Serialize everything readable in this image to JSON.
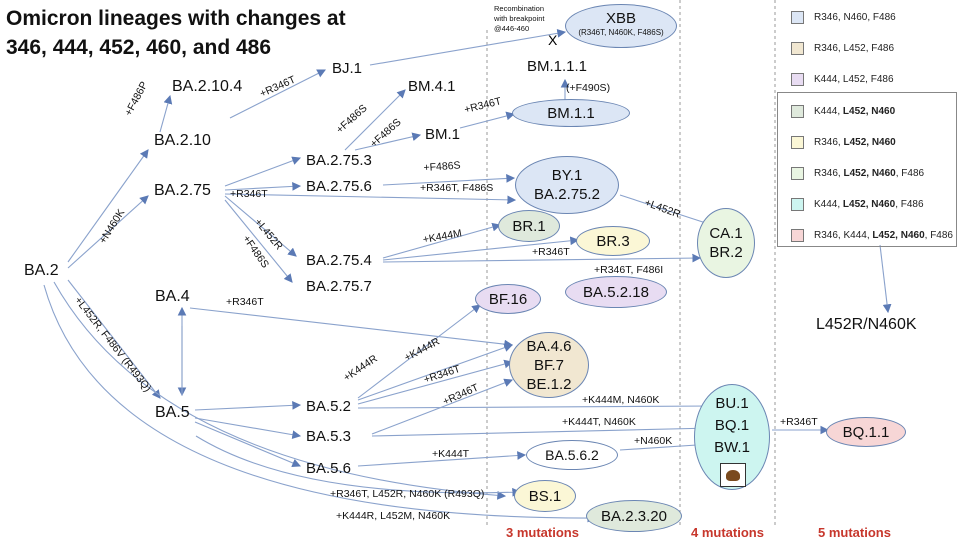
{
  "title": {
    "line1": "Omicron lineages with changes at",
    "line2": "346, 444, 452, 460, and 486"
  },
  "nodes": {
    "ba2": "BA.2",
    "ba2104": "BA.2.10.4",
    "ba210": "BA.2.10",
    "ba275": "BA.2.75",
    "ba4": "BA.4",
    "ba5": "BA.5",
    "bj1": "BJ.1",
    "bm41": "BM.4.1",
    "bm1": "BM.1",
    "bm111": "BM.1.1.1",
    "bm11": "BM.1.1",
    "xbb": "XBB",
    "xbb_sub": "(R346T, N460K, F486S)",
    "ba2753": "BA.2.75.3",
    "ba2756": "BA.2.75.6",
    "ba2754": "BA.2.75.4",
    "ba2757": "BA.2.75.7",
    "by1": "BY.1",
    "ba2752": "BA.2.75.2",
    "br1": "BR.1",
    "br3": "BR.3",
    "ca1": "CA.1",
    "br2": "BR.2",
    "bf16": "BF.16",
    "ba5218": "BA.5.2.18",
    "ba46": "BA.4.6",
    "bf7": "BF.7",
    "be12": "BE.1.2",
    "ba52": "BA.5.2",
    "ba53": "BA.5.3",
    "ba56": "BA.5.6",
    "ba562": "BA.5.6.2",
    "bu1": "BU.1",
    "bq1": "BQ.1",
    "bw1": "BW.1",
    "bq11": "BQ.1.1",
    "bs1": "BS.1",
    "ba2320": "BA.2.3.20",
    "l452r_n460k": "L452R/N460K"
  },
  "notes": {
    "recomb1": "Recombination",
    "recomb2": "with breakpoint",
    "recomb3": "@446-460"
  },
  "edges": {
    "f486p": "+F486P",
    "r346t_bj1": "+R346T",
    "n460k": "+N460K",
    "f486s_bm41": "+F486S",
    "f486s_bm1": "+F486S",
    "r346t_bm11": "+R346T",
    "f490s": "(+F490S)",
    "f486s_by1": "+F486S",
    "r346t_ba2756": "+R346T",
    "r346t_f486s": "+R346T, F486S",
    "l452r": "+L452R",
    "l452r_ba2754": "+L452R",
    "f486s_ba2757": "+F486S",
    "k444m": "+K444M",
    "r346t_br3": "+R346T",
    "r346t_f486i": "+R346T, F486I",
    "l452r_f486v": "+L452R, F486V (R493Q)",
    "r346t_ba46": "+R346T",
    "k444r_bf16": "+K444R",
    "k444r_ba46": "+K444R",
    "r346t_bf7": "+R346T",
    "r346t_be12": "+R346T",
    "k444m_n460k": "+K444M, N460K",
    "k444t_n460k": "+K444T, N460K",
    "n460k_bw1": "+N460K",
    "k444t": "+K444T",
    "r346t_bq11": "+R346T",
    "bs1": "+R346T, L452R, N460K (R493Q)",
    "ba2320": "+K444R, L452M, N460K"
  },
  "footers": {
    "three": "3 mutations",
    "four": "4 mutations",
    "five": "5 mutations"
  },
  "legend": [
    "R346, N460, F486",
    "R346, L452, F486",
    "K444, L452, F486"
  ],
  "legend_parts": {
    "3": {
      "a": "K444, ",
      "b": "L452, N460"
    },
    "4": {
      "a": "R346, ",
      "b": "L452, N460"
    },
    "5": {
      "a": "R346, ",
      "b": "L452, N460",
      "c": ", F486"
    },
    "6": {
      "a": "K444, ",
      "b": "L452, N460",
      "c": ", F486"
    },
    "7": {
      "a": "R346, K444, ",
      "b": "L452, N460",
      "c": ", F486"
    }
  },
  "colors": {
    "blue": "#dce6f5",
    "tan": "#f1e7d1",
    "lavender": "#e8dcf2",
    "sage": "#dfe9dc",
    "cream": "#fbf7d6",
    "mint": "#e9f5e2",
    "cyan": "#cdf5f0",
    "pink": "#f7d6d6",
    "footer_red": "#c7372c"
  }
}
